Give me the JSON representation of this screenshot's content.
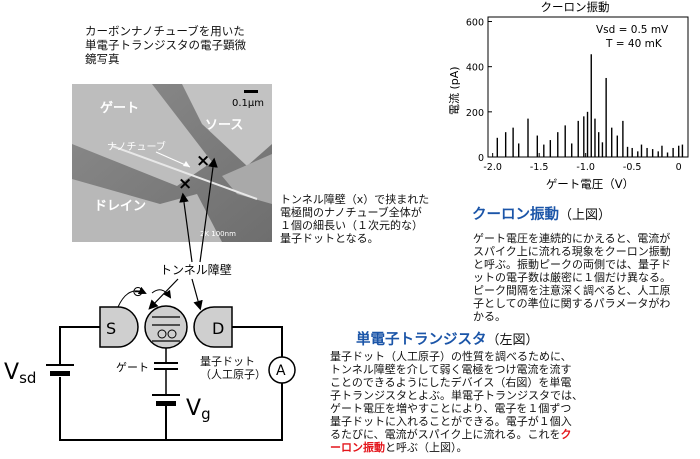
{
  "micrograph": {
    "caption": "カーボンナノチューブを用いた\n単電子トランジスタの電子顕微\n鏡写真",
    "scale_label": "0.1μm",
    "gate_label": "ゲート",
    "source_label": "ソース",
    "drain_label": "ドレイン",
    "nanotube_label": "ナノチューブ",
    "stamp_text": "2K    100nm"
  },
  "tunnel_note": "トンネル障壁（x）で挟まれた\n電極間のナノチューブ全体が\n１個の細長い（１次元的な）\n量子ドットとなる。",
  "circuit": {
    "tunnel_barrier_label": "トンネル障壁",
    "electron_symbol": "⊖",
    "source_symbol": "S",
    "drain_symbol": "D",
    "ammeter_symbol": "A",
    "gate_label": "ゲート",
    "dot_label": "量子ドット\n（人工原子）",
    "vsd_label": "V",
    "vsd_sub": "sd",
    "vg_label": "V",
    "vg_sub": "g"
  },
  "coulomb_section": {
    "heading": "クーロン振動",
    "heading_suffix": "（上図）",
    "body": "ゲート電圧を連続的にかえると、電流が\nスパイク上に流れる現象をクーロン振動\nと呼ぶ。振動ピークの両側では、量子ド\nットの電子数は厳密に１個だけ異なる。\nピーク間隔を注意深く調べると、人工原\n子としての準位に関するパラメータがわ\nかる。"
  },
  "set_section": {
    "heading": "単電子トランジスタ",
    "heading_suffix": "（左図）",
    "body_before": "量子ドット（人工原子）の性質を調べるために、\nトンネル障壁を介して弱く電極をつけ電流を流す\nことのできるようにしたデバイス（右図）を単電\n子トランジスタとよぶ。単電子トランジスタでは、\nゲート電圧を増やすことにより、電子を１個ずつ\n量子ドットに入れることができる。電子が１個入\nるたびに、電流がスパイク上に流れる。これを",
    "body_highlight": "ク\nーロン振動",
    "body_after": "と呼ぶ（上図）。"
  },
  "colors": {
    "heading_blue": "#1b55a8",
    "highlight_red": "#e4151b"
  },
  "chart_data": {
    "type": "bar",
    "title": "クーロン振動",
    "xlabel": "ゲート電圧（V）",
    "ylabel": "電流 (pA)",
    "annotations": [
      "Vsd = 0.5 mV",
      "T = 40 mK"
    ],
    "xlim": [
      -2.05,
      0.1
    ],
    "ylim": [
      0,
      620
    ],
    "xticks": [
      -2.0,
      -1.5,
      -1.0,
      -0.5,
      0
    ],
    "xtick_labels": [
      "-2.0",
      "-1.5",
      "-1.0",
      "-0.5",
      "0"
    ],
    "yticks": [
      0,
      200,
      400,
      600
    ],
    "ytick_labels": [
      "0",
      "200",
      "400",
      "600"
    ],
    "grid": false,
    "x": [
      -1.95,
      -1.86,
      -1.78,
      -1.72,
      -1.62,
      -1.52,
      -1.45,
      -1.38,
      -1.3,
      -1.22,
      -1.15,
      -1.08,
      -1.02,
      -0.98,
      -0.94,
      -0.9,
      -0.86,
      -0.82,
      -0.78,
      -0.72,
      -0.66,
      -0.6,
      -0.55,
      -0.5,
      -0.44,
      -0.4,
      -0.34,
      -0.28,
      -0.22,
      -0.18,
      -0.12,
      -0.06,
      0.0,
      0.04
    ],
    "values": [
      85,
      110,
      130,
      60,
      170,
      95,
      55,
      75,
      110,
      140,
      60,
      160,
      180,
      200,
      455,
      170,
      110,
      65,
      350,
      130,
      95,
      160,
      45,
      40,
      25,
      55,
      40,
      35,
      25,
      50,
      20,
      40,
      50,
      55
    ]
  }
}
